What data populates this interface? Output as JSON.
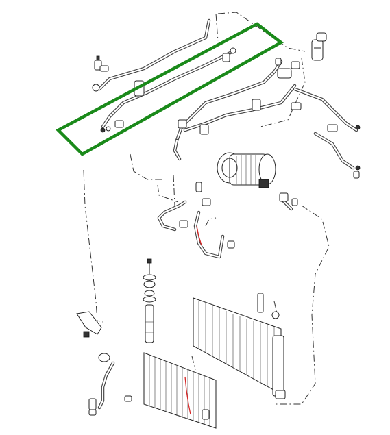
{
  "diagram": {
    "highlight_color": "#1a8a1a",
    "red_hose_color": "#d62828",
    "line_color": "#333333",
    "parts": [
      {
        "id": "highlighted-pipe-assembly",
        "icon": "green-box-highlight"
      },
      {
        "id": "ac-compressor",
        "icon": "compressor-icon"
      },
      {
        "id": "condenser",
        "icon": "condenser-icon"
      },
      {
        "id": "radiator",
        "icon": "radiator-icon"
      },
      {
        "id": "receiver-drier",
        "icon": "drier-icon"
      },
      {
        "id": "shock-strut",
        "icon": "strut-icon"
      }
    ]
  }
}
